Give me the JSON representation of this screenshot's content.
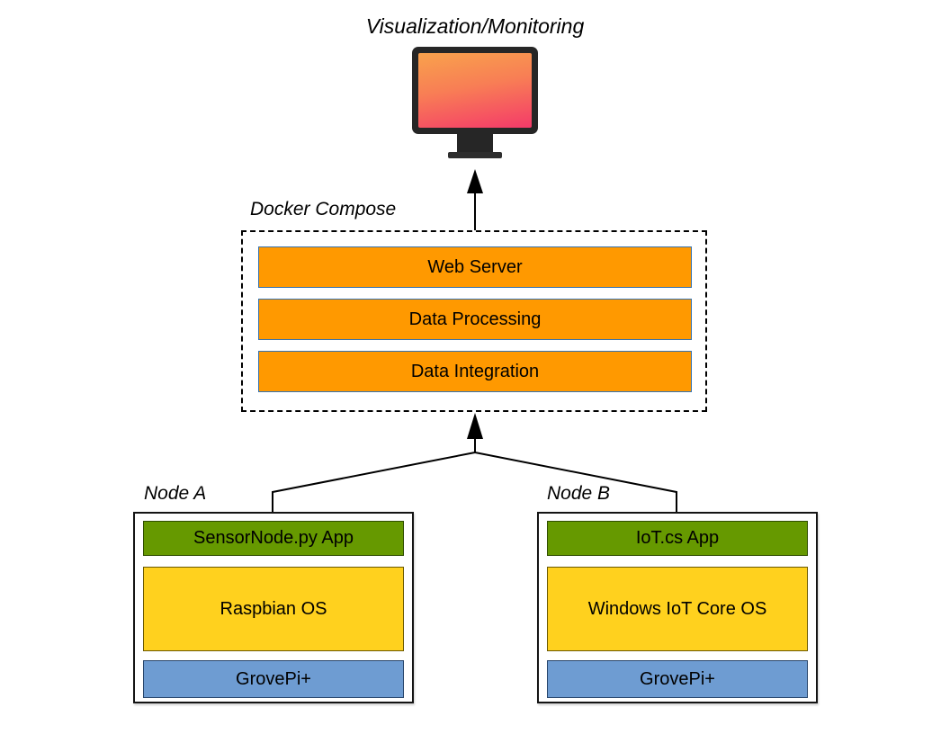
{
  "title": "Visualization/Monitoring",
  "docker": {
    "label": "Docker Compose",
    "services": [
      "Web Server",
      "Data Processing",
      "Data Integration"
    ]
  },
  "nodes": [
    {
      "label": "Node A",
      "layers": [
        {
          "text": "SensorNode.py App"
        },
        {
          "text": "Raspbian OS"
        },
        {
          "text": "GrovePi+"
        }
      ]
    },
    {
      "label": "Node B",
      "layers": [
        {
          "text": "IoT.cs App"
        },
        {
          "text": "Windows IoT Core OS"
        },
        {
          "text": "GrovePi+"
        }
      ]
    }
  ],
  "icons": {
    "monitor": "monitor-display-icon",
    "arrow_up": "up-arrow"
  },
  "colors": {
    "service_fill": "#FF9900",
    "service_border": "#3572B0",
    "app_fill": "#669900",
    "os_fill": "#FFD11E",
    "hw_fill": "#6E9CD2",
    "monitor_frame": "#262626",
    "monitor_screen_top": "#F9A24C",
    "monitor_screen_bottom": "#F43A69",
    "line_color": "#000000"
  }
}
